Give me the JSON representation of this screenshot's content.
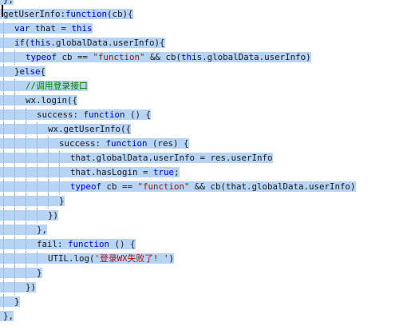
{
  "editor": {
    "colors": {
      "selection": "#b8d4f5",
      "keyword": "#0000e0",
      "string": "#a31515",
      "comment": "#008000",
      "text": "#1a1a1a"
    },
    "lines": [
      {
        "indent": 0,
        "tokens": [
          {
            "t": "plain",
            "v": "},"
          }
        ]
      },
      {
        "indent": 0,
        "tokens": [
          {
            "t": "plain",
            "v": "getUserInfo:"
          },
          {
            "t": "kw",
            "v": "function"
          },
          {
            "t": "plain",
            "v": "(cb){"
          }
        ]
      },
      {
        "indent": 1,
        "tokens": [
          {
            "t": "kw",
            "v": "var"
          },
          {
            "t": "plain",
            "v": " that = "
          },
          {
            "t": "kw",
            "v": "this"
          }
        ]
      },
      {
        "indent": 1,
        "tokens": [
          {
            "t": "kw",
            "v": "if"
          },
          {
            "t": "plain",
            "v": "("
          },
          {
            "t": "kw",
            "v": "this"
          },
          {
            "t": "plain",
            "v": ".globalData.userInfo){"
          }
        ]
      },
      {
        "indent": 2,
        "tokens": [
          {
            "t": "kw",
            "v": "typeof"
          },
          {
            "t": "plain",
            "v": " cb == "
          },
          {
            "t": "str",
            "v": "\"function\""
          },
          {
            "t": "plain",
            "v": " && cb("
          },
          {
            "t": "kw",
            "v": "this"
          },
          {
            "t": "plain",
            "v": ".globalData.userInfo)"
          }
        ]
      },
      {
        "indent": 1,
        "tokens": [
          {
            "t": "plain",
            "v": "}"
          },
          {
            "t": "kw",
            "v": "else"
          },
          {
            "t": "plain",
            "v": "{"
          }
        ]
      },
      {
        "indent": 2,
        "tokens": [
          {
            "t": "comment",
            "v": "//调用登录接口"
          }
        ]
      },
      {
        "indent": 2,
        "tokens": [
          {
            "t": "plain",
            "v": "wx.login({"
          }
        ]
      },
      {
        "indent": 3,
        "tokens": [
          {
            "t": "plain",
            "v": "success: "
          },
          {
            "t": "kw",
            "v": "function"
          },
          {
            "t": "plain",
            "v": " () {"
          }
        ]
      },
      {
        "indent": 4,
        "tokens": [
          {
            "t": "plain",
            "v": "wx.getUserInfo({"
          }
        ]
      },
      {
        "indent": 5,
        "tokens": [
          {
            "t": "plain",
            "v": "success: "
          },
          {
            "t": "kw",
            "v": "function"
          },
          {
            "t": "plain",
            "v": " (res) {"
          }
        ]
      },
      {
        "indent": 6,
        "tokens": [
          {
            "t": "plain",
            "v": "that.globalData.userInfo = res.userInfo"
          }
        ]
      },
      {
        "indent": 6,
        "tokens": [
          {
            "t": "plain",
            "v": "that.hasLogin = "
          },
          {
            "t": "kw",
            "v": "true"
          },
          {
            "t": "plain",
            "v": ";"
          }
        ]
      },
      {
        "indent": 6,
        "tokens": [
          {
            "t": "kw",
            "v": "typeof"
          },
          {
            "t": "plain",
            "v": " cb == "
          },
          {
            "t": "str",
            "v": "\"function\""
          },
          {
            "t": "plain",
            "v": " && cb(that.globalData.userInfo)"
          }
        ]
      },
      {
        "indent": 5,
        "tokens": [
          {
            "t": "plain",
            "v": "}"
          }
        ]
      },
      {
        "indent": 4,
        "tokens": [
          {
            "t": "plain",
            "v": "})"
          }
        ]
      },
      {
        "indent": 3,
        "tokens": [
          {
            "t": "plain",
            "v": "},"
          }
        ]
      },
      {
        "indent": 3,
        "tokens": [
          {
            "t": "plain",
            "v": "fail: "
          },
          {
            "t": "kw",
            "v": "function"
          },
          {
            "t": "plain",
            "v": " () {"
          }
        ]
      },
      {
        "indent": 4,
        "tokens": [
          {
            "t": "plain",
            "v": "UTIL.log("
          },
          {
            "t": "str",
            "v": "'登录WX失败了! '"
          },
          {
            "t": "plain",
            "v": ")"
          }
        ]
      },
      {
        "indent": 3,
        "tokens": [
          {
            "t": "plain",
            "v": "}"
          }
        ]
      },
      {
        "indent": 2,
        "tokens": [
          {
            "t": "plain",
            "v": "})"
          }
        ]
      },
      {
        "indent": 1,
        "tokens": [
          {
            "t": "plain",
            "v": "}"
          }
        ]
      },
      {
        "indent": 0,
        "tokens": [
          {
            "t": "plain",
            "v": "},"
          }
        ]
      }
    ]
  }
}
